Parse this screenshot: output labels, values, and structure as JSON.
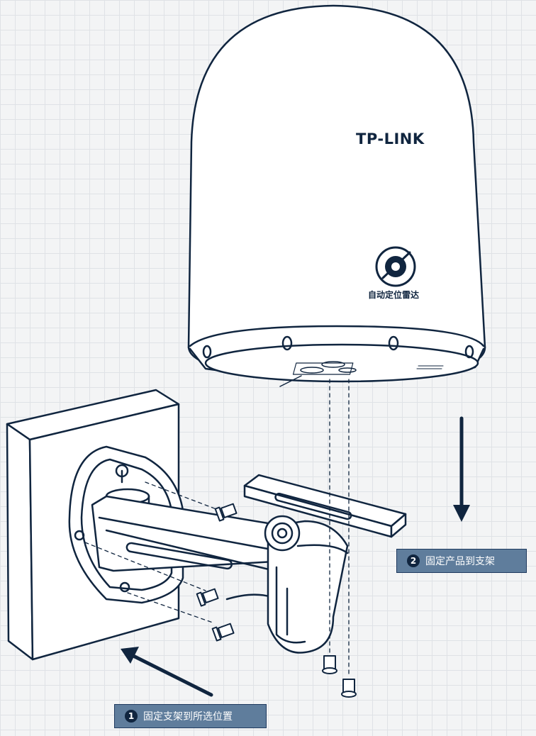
{
  "product": {
    "brand": "TP-LINK",
    "badge_text": "自动定位雷达"
  },
  "steps": [
    {
      "number": "1",
      "label": "固定支架到所选位置"
    },
    {
      "number": "2",
      "label": "固定产品到支架"
    }
  ],
  "colors": {
    "line": "#10253f",
    "label_bg": "#5f7d9c",
    "background": "#f3f4f5",
    "grid": "#dfe2e6"
  }
}
